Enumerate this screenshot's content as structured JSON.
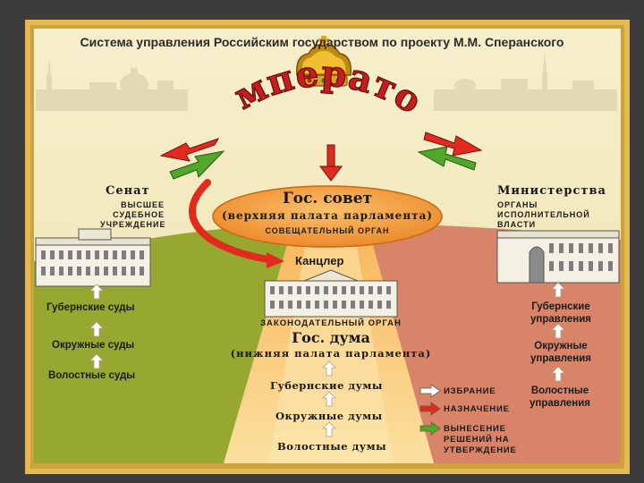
{
  "title": "Система управления Российским государством по проекту М.М. Сперанского",
  "emperor": "Император",
  "senate": {
    "title": "Сенат",
    "subtitle": "ВЫСШЕЕ СУДЕБНОЕ УЧРЕЖДЕНИЕ",
    "levels": [
      "Губернские суды",
      "Окружные суды",
      "Волостные суды"
    ]
  },
  "council": {
    "title": "Гос. совет",
    "subtitle": "(верхняя палата парламента)",
    "role": "СОВЕЩАТЕЛЬНЫЙ ОРГАН"
  },
  "chancellor": "Канцлер",
  "duma": {
    "role": "ЗАКОНОДАТЕЛЬНЫЙ ОРГАН",
    "title": "Гос. дума",
    "subtitle": "(нижняя палата парламента)",
    "levels": [
      "Губернские думы",
      "Окружные думы",
      "Волостные думы"
    ]
  },
  "ministries": {
    "title": "Министерства",
    "subtitle": "ОРГАНЫ ИСПОЛНИТЕЛЬНОЙ ВЛАСТИ",
    "levels": [
      "Губернские управления",
      "Окружные управления",
      "Волостные управления"
    ]
  },
  "legend": [
    {
      "label": "ИЗБРАНИЕ",
      "color": "#ffffff"
    },
    {
      "label": "НАЗНАЧЕНИЕ",
      "color": "#e02b1e"
    },
    {
      "label": "ВЫНЕСЕНИЕ РЕШЕНИЙ НА УТВЕРЖДЕНИЕ",
      "color": "#52a62a"
    }
  ],
  "colors": {
    "frame": "#e6c25c",
    "parchment": "#f4ecc3",
    "senate_field": "#97a830",
    "duma_field": "#f3a446",
    "ministry_field": "#d78469",
    "council_oval": "#f2983a",
    "red_arrow": "#e02b1e",
    "green_arrow": "#52a62a"
  }
}
